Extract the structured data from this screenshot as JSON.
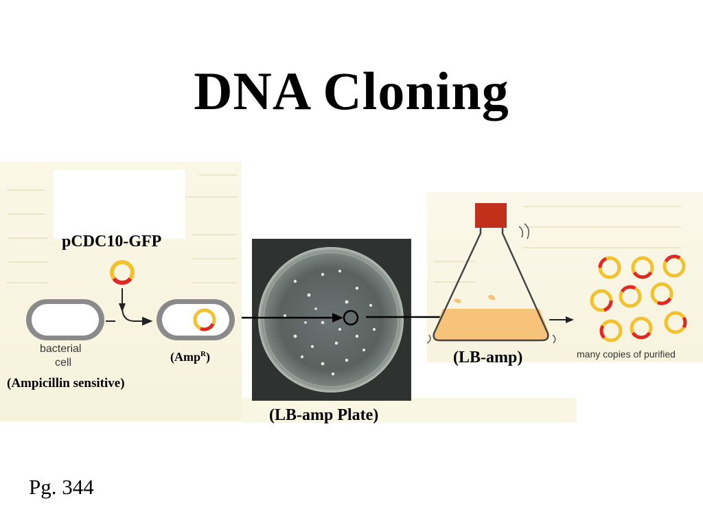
{
  "title": "DNA Cloning",
  "labels": {
    "plasmid": "pCDC10-GFP",
    "bacterial_cell_line1": "bacterial",
    "bacterial_cell_line2": "cell",
    "amp_sensitive": "(Ampicillin sensitive)",
    "amp_resistant_main": "(Amp",
    "amp_resistant_sup": "R",
    "amp_resistant_close": ")",
    "plate": "(LB-amp Plate)",
    "flask": "(LB-amp)",
    "copies": "many copies of purified",
    "page_ref": "Pg. 344"
  },
  "colors": {
    "plasmid_yellow": "#f2c12e",
    "plasmid_red": "#e02828",
    "stopper": "#c0301a",
    "broth": "#f7c27a",
    "cell_outline": "#8a8a8a"
  }
}
